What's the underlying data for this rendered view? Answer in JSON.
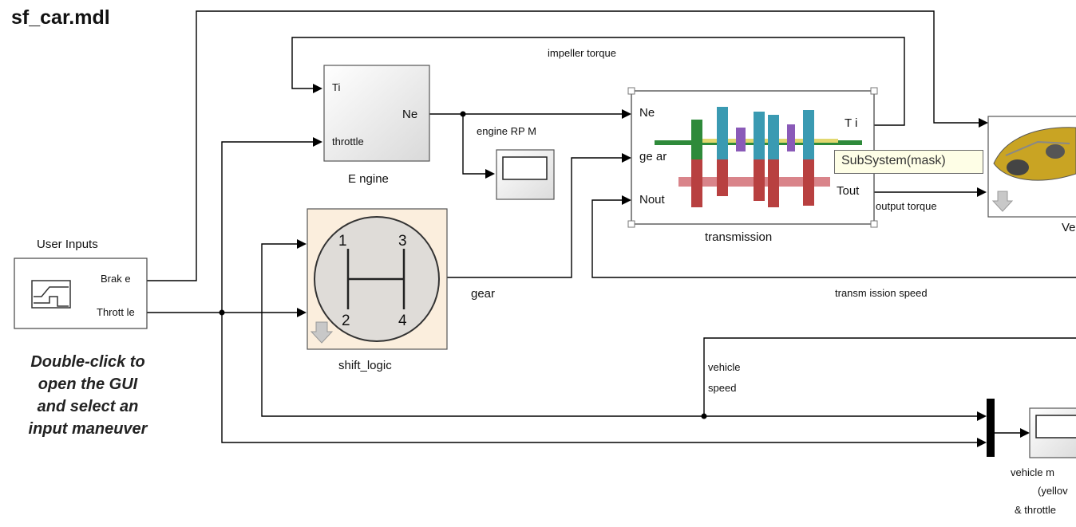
{
  "title": "sf_car.mdl",
  "hint": [
    "Double-click to",
    "open the GUI",
    "and select an",
    "input maneuver"
  ],
  "tooltip": "SubSystem(mask)",
  "blocks": {
    "user_inputs": {
      "name": "User Inputs",
      "ports": [
        "Brak e",
        "Thrott le"
      ]
    },
    "engine": {
      "name": "E ngine",
      "inputs": [
        "Ti",
        "throttle"
      ],
      "output": "Ne"
    },
    "engine_rpm_scope": {
      "name": "engine RP M"
    },
    "shift_logic": {
      "name": "shift_logic",
      "gears": [
        "1",
        "3",
        "2",
        "4"
      ]
    },
    "transmission": {
      "name": "transmission",
      "inputs": [
        "Ne",
        "ge ar",
        "Nout"
      ],
      "outputs": [
        "T i",
        "Tout"
      ]
    },
    "vehicle": {
      "name_partial": "Ve"
    },
    "vehicle_scope": {
      "caption_lines": [
        "vehicle m",
        "(yellov",
        "& throttle"
      ]
    }
  },
  "signals": {
    "impeller_torque": "impeller torque",
    "output_torque": "output torque",
    "transmission_speed": "transm ission speed",
    "gear": "gear",
    "vehicle_speed": [
      "vehicle",
      "speed"
    ]
  },
  "colors": {
    "wire": "#000000",
    "block_border": "#555555",
    "shift_bg": "#fbeedd",
    "tooltip_bg": "#fefee6"
  }
}
